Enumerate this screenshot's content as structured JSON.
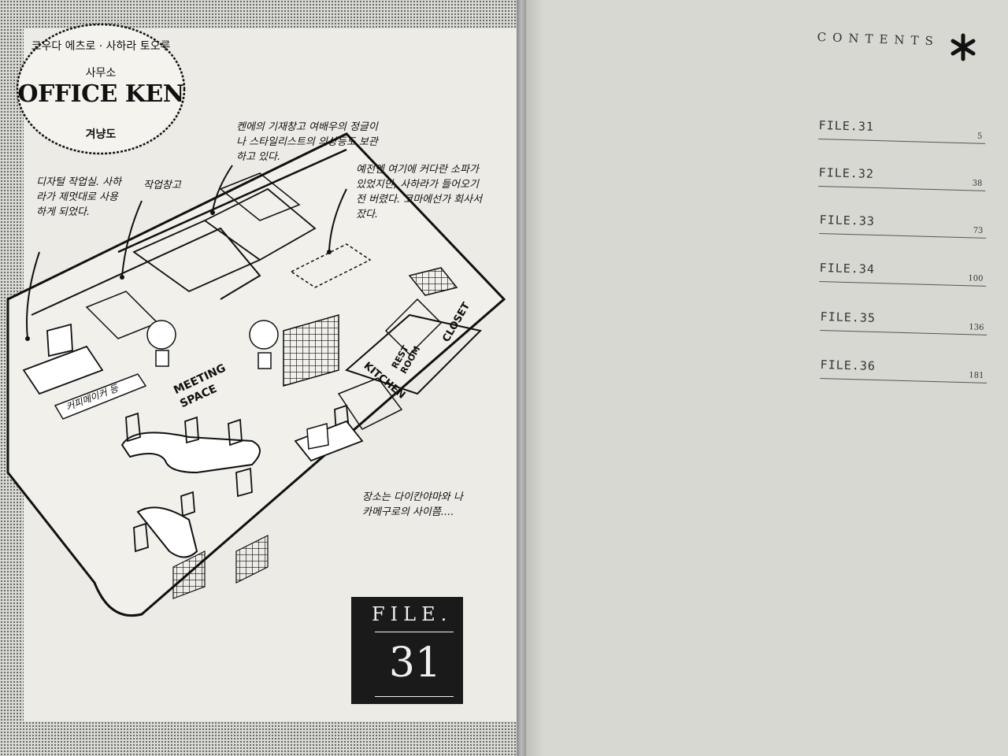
{
  "left_page": {
    "authors": "코우다 에츠로 · 사하라 토오루",
    "office_label": "사무소",
    "office_name": "OFFICE KEN",
    "floor_plan_label": "겨냥도",
    "notes": [
      "디자털 작업실. 사하라가 제멋대로 사용하게 되었다.",
      "작업창고",
      "켄에의 기재창고 여배우의 정글이나 스타일리스트의 의상등도 보관하고 있다.",
      "예전엔 여기에 커다란 소파가 있었지만, 사하라가 들어오기 전 버렸다. 코마에선가 회사서 잤다.",
      "장소는 다이칸야마와 나카메구로의 사이쯤...."
    ],
    "plan_labels": {
      "meeting_space": "MEETING SPACE",
      "kitchen": "KITCHEN",
      "rest_room": "REST ROOM",
      "closet": "CLOSET",
      "coffee": "커피메이커 등"
    },
    "file_card": {
      "label": "FILE.",
      "number": "31"
    }
  },
  "right_page": {
    "contents_title": "CONTENTS",
    "toc": [
      {
        "label": "FILE.31",
        "page": "5"
      },
      {
        "label": "FILE.32",
        "page": "38"
      },
      {
        "label": "FILE.33",
        "page": "73"
      },
      {
        "label": "FILE.34",
        "page": "100"
      },
      {
        "label": "FILE.35",
        "page": "136"
      },
      {
        "label": "FILE.36",
        "page": "181"
      }
    ]
  },
  "colors": {
    "ink": "#111111",
    "paper": "#ecebe6",
    "card": "#1a1a1a"
  }
}
